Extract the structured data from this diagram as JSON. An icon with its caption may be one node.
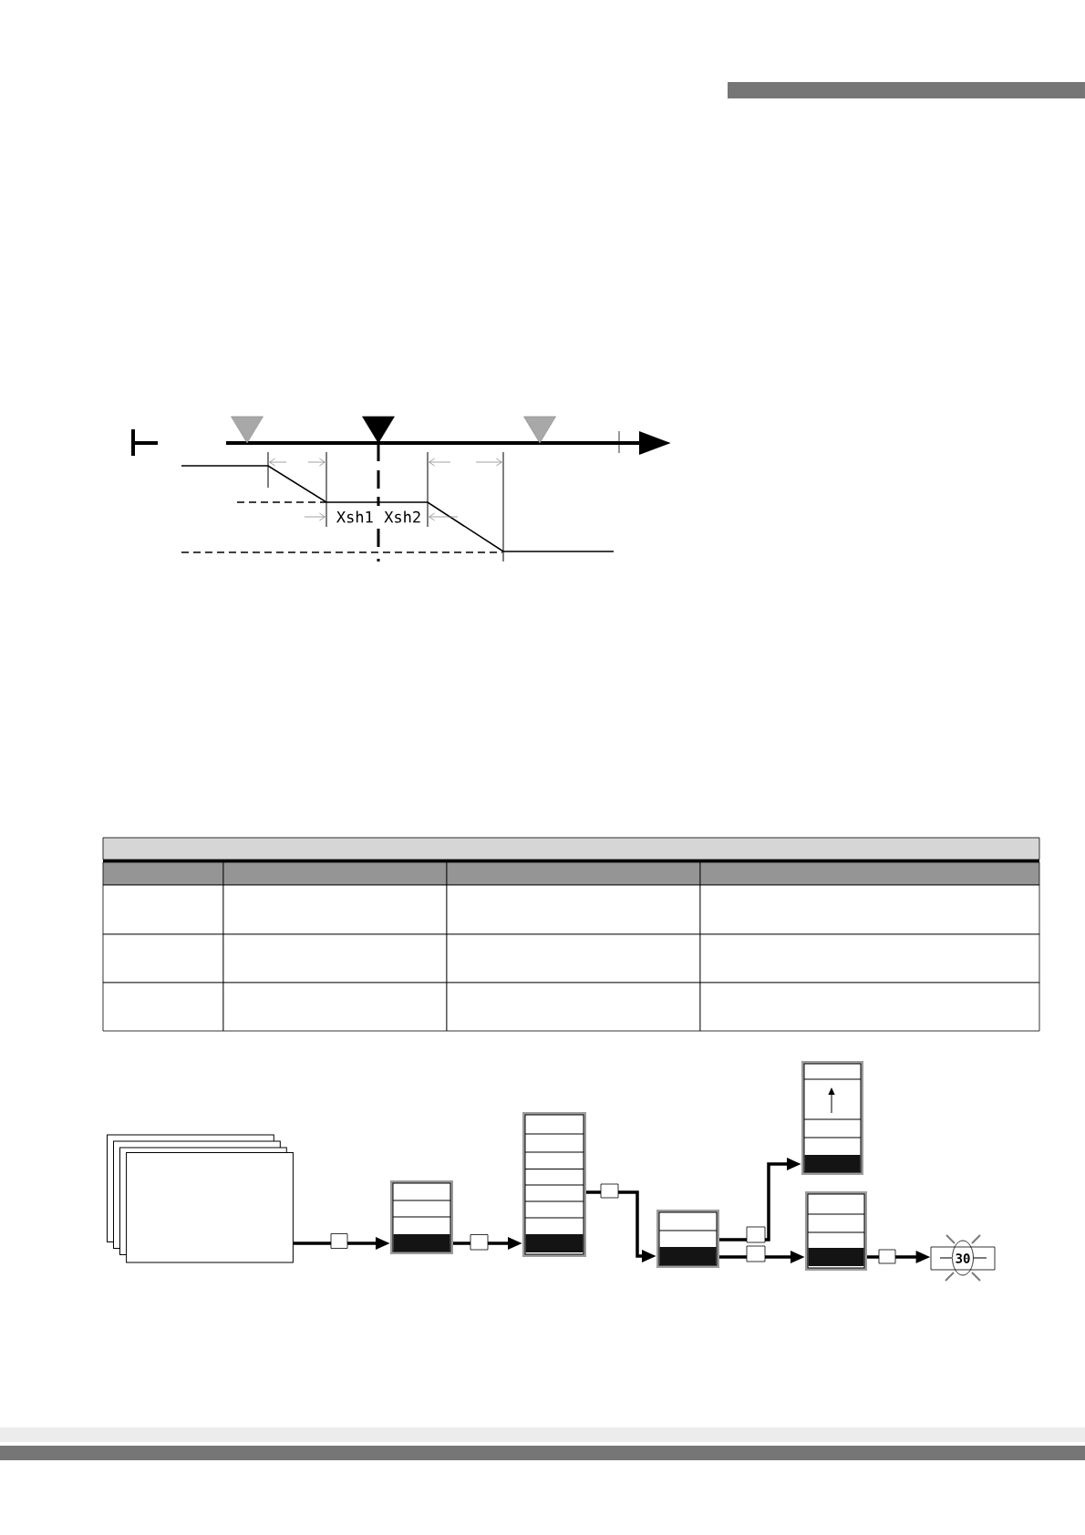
{
  "diagram": {
    "nodes": [
      {
        "text": [],
        "shape": "box"
      },
      {
        "text": [],
        "shape": "box"
      },
      {
        "text": [],
        "shape": "box"
      },
      {
        "text": [],
        "shape": "box"
      },
      {
        "text": [],
        "shape": "box"
      },
      {
        "text": [],
        "shape": "box"
      },
      {
        "text": [
          "30"
        ]
      }
    ],
    "edges": [
      {
        "from": 0,
        "to": 1,
        "arrow": "to"
      },
      {
        "from": 1,
        "to": 2,
        "arrow": "to"
      },
      {
        "from": 2,
        "to": 3,
        "arrow": "to"
      },
      {
        "from": 3,
        "to": 4,
        "arrow": "to"
      },
      {
        "from": 3,
        "to": 5,
        "arrow": "to"
      },
      {
        "from": 5,
        "to": 6,
        "arrow": "to"
      }
    ],
    "labels": [
      "Xsh1",
      "Xsh2"
    ]
  }
}
